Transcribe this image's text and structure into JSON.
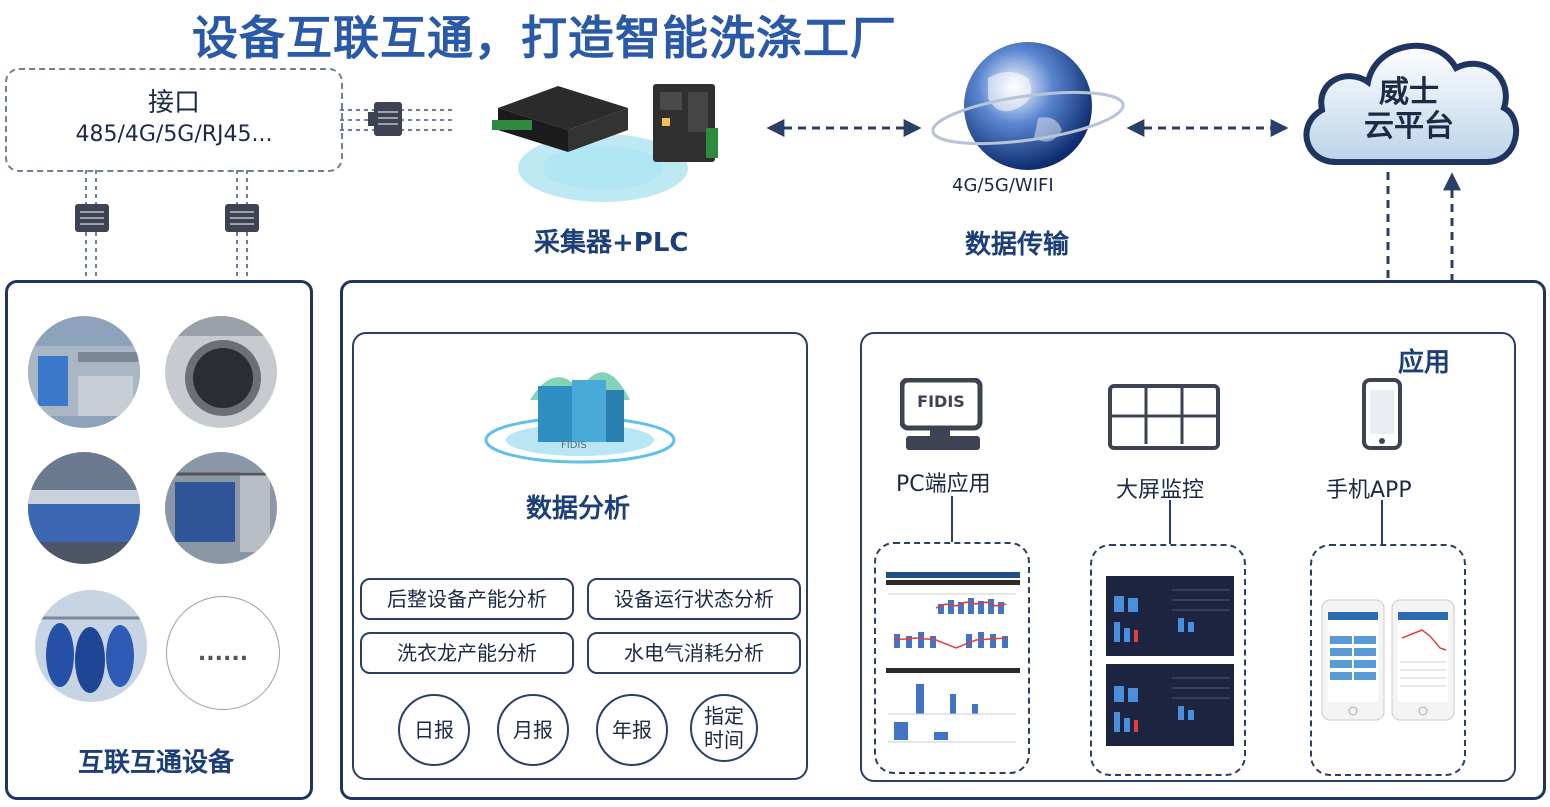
{
  "title": "设备互联互通，打造智能洗涤工厂",
  "interface": {
    "title": "接口",
    "protocols": "485/4G/5G/RJ45..."
  },
  "collector": {
    "label": "采集器+PLC"
  },
  "transmission": {
    "network": "4G/5G/WIFI",
    "label": "数据传输"
  },
  "cloud": {
    "line1": "威士",
    "line2": "云平台"
  },
  "devices": {
    "label": "互联互通设备",
    "more": "......"
  },
  "analysis": {
    "label": "数据分析",
    "db_caption": "FIDIS",
    "tags": [
      "后整设备产能分析",
      "设备运行状态分析",
      "洗衣龙产能分析",
      "水电气消耗分析"
    ],
    "reports": [
      "日报",
      "月报",
      "年报",
      "指定时间"
    ]
  },
  "application": {
    "label": "应用",
    "pc": {
      "label": "PC端应用",
      "logo": "FIDIS"
    },
    "screen": {
      "label": "大屏监控"
    },
    "mobile": {
      "label": "手机APP"
    }
  },
  "colors": {
    "title": "#2a5aa6",
    "border": "#1f3560",
    "accent": "#1d3f78",
    "screen_bg": "#1c2440"
  }
}
